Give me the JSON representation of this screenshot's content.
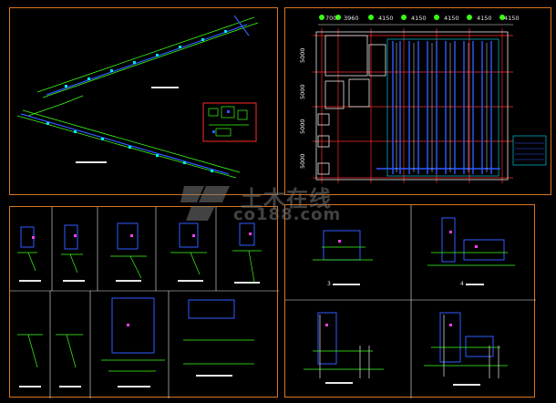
{
  "plan": {
    "col_dims": [
      "700",
      "3960",
      "4150",
      "4150",
      "4150",
      "4150",
      "4150"
    ],
    "row_dims": [
      "5000",
      "5000",
      "5000",
      "5000"
    ]
  },
  "details": {
    "label_3": "3",
    "label_4": "4"
  },
  "watermark": {
    "cn_text": "土木在线",
    "url_text": "co188.com"
  },
  "colors": {
    "frame": "#d8751f",
    "line_green": "#39ff14",
    "line_blue": "#2f5bff",
    "line_cyan": "#00e5ff",
    "line_red": "#ff2a2a",
    "line_white": "#e8e8e8",
    "line_magenta": "#ff3cff"
  }
}
